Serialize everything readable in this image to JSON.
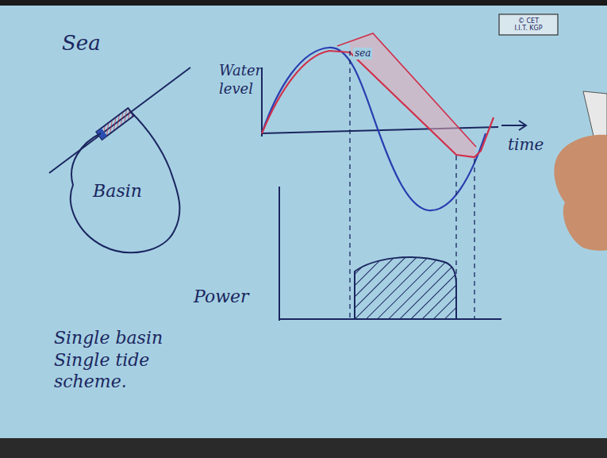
{
  "diagram": {
    "nodes": [
      {
        "text": [
          "Basin"
        ]
      },
      {
        "text": [
          "© CET I.I.T. KGP"
        ]
      }
    ],
    "labels": [
      "Sea",
      "Water level",
      "sea",
      "time",
      "Power",
      "Single basin Single tide scheme."
    ]
  }
}
